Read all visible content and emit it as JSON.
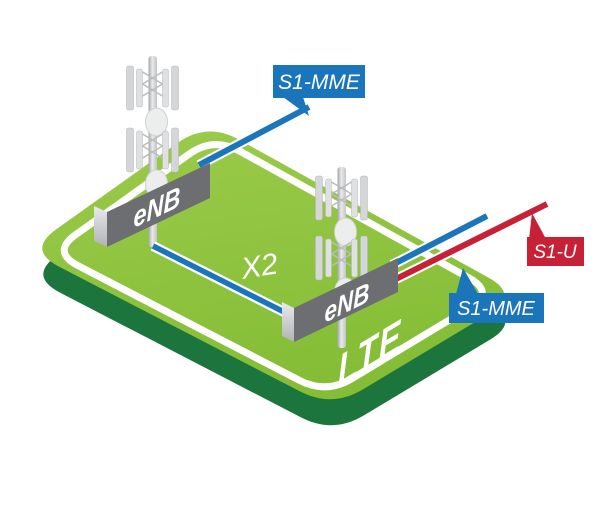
{
  "diagram": {
    "type": "lte-network-architecture",
    "labels": {
      "enb_1": "eNB",
      "enb_2": "eNB",
      "x2": "X2",
      "lte": "LTE",
      "s1_mme_top": "S1-MME",
      "s1_mme_bottom": "S1-MME",
      "s1_u": "S1-U"
    },
    "colors": {
      "platform_top_green": "#8ec63f",
      "platform_side_green": "#1c753d",
      "border_white": "#ffffff",
      "link_blue": "#1b75bb",
      "link_red": "#c62137",
      "sign_gray": "#6d6e71",
      "sign_edge_gray": "#d1d3d4",
      "label_text": "#ffffff"
    }
  }
}
